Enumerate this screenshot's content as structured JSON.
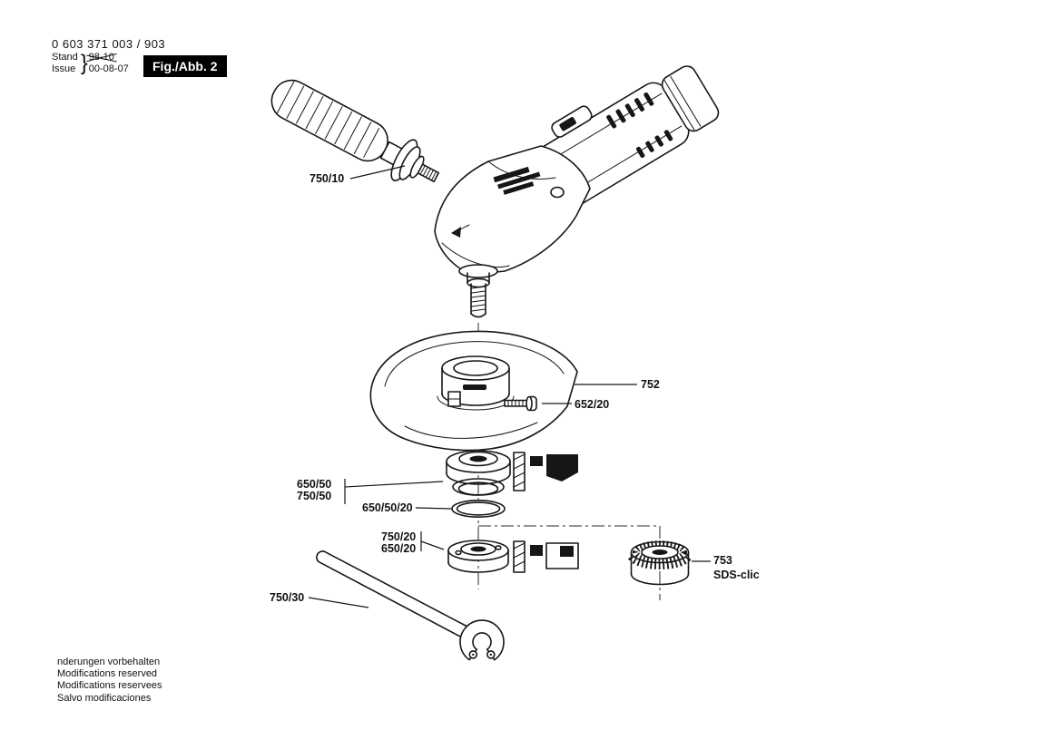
{
  "header": {
    "part_number": "0 603 371 003 / 903",
    "stand_label": "Stand",
    "issue_label": "Issue",
    "brace": "}",
    "old_date": "98-10",
    "issue_date": "00-08-07",
    "figure_label": "Fig./Abb. 2"
  },
  "part_labels": {
    "handle": "750/10",
    "guard": "752",
    "guard_screw": "652/20",
    "flange_a": "650/50",
    "flange_b": "750/50",
    "spacer_ring": "650/50/20",
    "nut_a": "750/20",
    "nut_b": "650/20",
    "sds_number": "753",
    "sds_name": "SDS-clic",
    "wrench": "750/30"
  },
  "footer": {
    "lines": [
      "nderungen vorbehalten",
      "Modifications reserved",
      "Modifications reservees",
      "Salvo modificaciones"
    ]
  },
  "colors": {
    "ink": "#161616",
    "figure_box_bg": "#000000",
    "figure_box_text": "#ffffff",
    "paper": "#ffffff"
  }
}
